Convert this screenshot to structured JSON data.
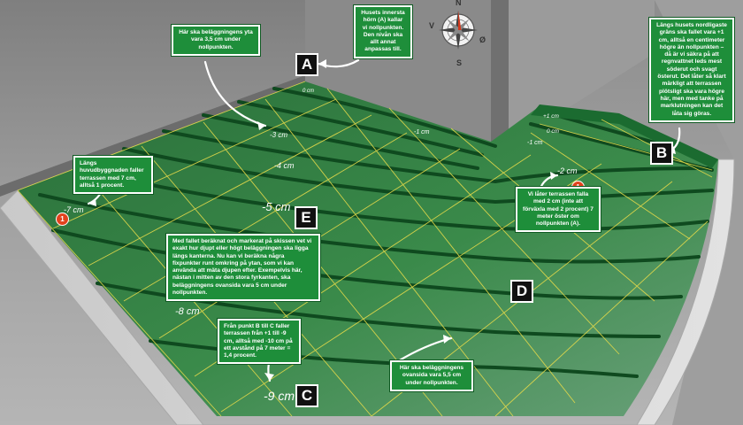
{
  "compass": {
    "north": "N",
    "east": "Ø",
    "south": "S",
    "west": "V"
  },
  "points": {
    "a": "A",
    "b": "B",
    "c": "C",
    "d": "D",
    "e": "E"
  },
  "markers": {
    "m1": "1",
    "m2": "1"
  },
  "depth_labels": {
    "d0_a": "0 cm",
    "d3": "-3 cm",
    "d1_mid": "-1 cm",
    "d4": "-4 cm",
    "d5": "-5 cm",
    "d7": "-7 cm",
    "d8": "-8 cm",
    "d9": "-9 cm",
    "dp1": "+1 cm",
    "d0_b": "0 cm",
    "d1_b": "-1 cm",
    "d2": "-2 cm"
  },
  "callouts": {
    "top_left": "Här ska beläggningens yta vara 3,5 cm under nollpunkten.",
    "top_mid": "Husets innersta hörn (A) kallar vi nollpunkten. Den nivån ska allt annat anpassas till.",
    "right": "Längs husets nordligaste gräns ska fallet vara +1 cm, alltså en centimeter högre än nollpunkten – då är vi säkra på att regnvattnet leds mest söderut och svagt österut. Det låter så klart märkligt att terrassen plötsligt ska vara högre här, men med tanke på marklutningen kan det låta sig göras.",
    "left": "Längs huvudbyggnaden faller terrassen med 7 cm, alltså 1 procent.",
    "mid_right": "Vi låter terrassen falla med 2 cm (inte att förväxla med 2 procent) 7 meter öster om nollpunkten (A).",
    "center": "Med fallet beräknat och markerat på skissen vet vi exakt hur djupt eller högt beläggningen ska ligga längs kanterna. Nu kan vi beräkna några fixpunkter runt omkring på ytan, som vi kan använda att mäta djupen efter. Exempelvis här, nästan i mitten av den stora fyrkanten, ska beläggningens ovansida vara 5 cm under nollpunkten.",
    "bottom_mid": "Från punkt B till C faller terrassen från +1 till -9 cm, alltså med -10 cm på ett avstånd på 7 meter = 1,4 procent.",
    "bottom_right": "Här ska beläggningens ovansida vara 5,5 cm under nollpunkten."
  }
}
